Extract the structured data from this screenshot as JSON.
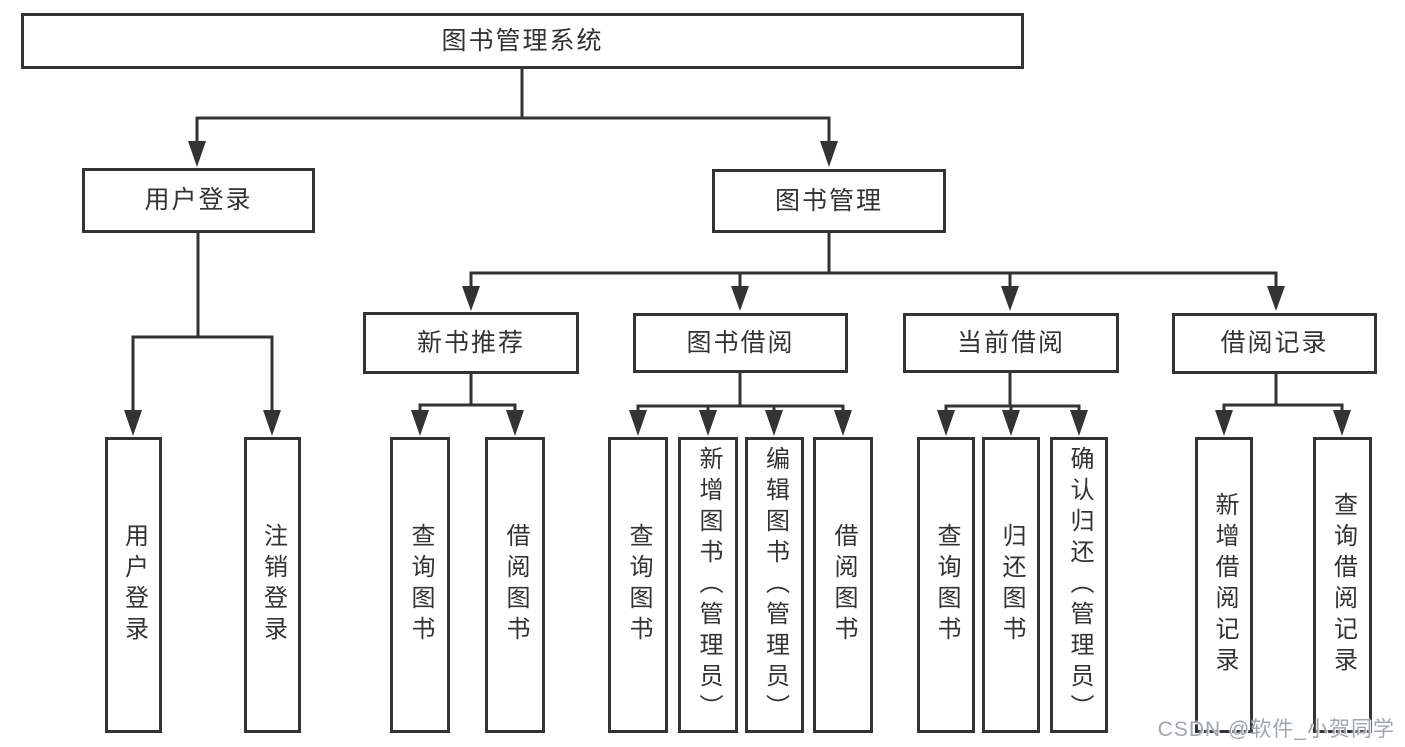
{
  "diagram": {
    "title": "图书管理系统",
    "nodes": {
      "root": "图书管理系统",
      "level2": {
        "user_login": "用户登录",
        "book_mgmt": "图书管理"
      },
      "level3": {
        "new_book": "新书推荐",
        "book_borrow": "图书借阅",
        "current_borrow": "当前借阅",
        "borrow_records": "借阅记录"
      },
      "leaves": {
        "g1": [
          "用户登录",
          "注销登录"
        ],
        "g2": [
          "查询图书",
          "借阅图书"
        ],
        "g3": [
          "查询图书",
          "新增图书（管理员）",
          "编辑图书（管理员）",
          "借阅图书"
        ],
        "g4": [
          "查询图书",
          "归还图书",
          "确认归还（管理员）"
        ],
        "g5": [
          "新增借阅记录",
          "查询借阅记录"
        ]
      }
    },
    "colors": {
      "line": "#333333",
      "text": "#333333",
      "background": "#ffffff",
      "watermark_gray": "#a0a6ac"
    }
  },
  "watermark": "CSDN @软件_小贺同学"
}
